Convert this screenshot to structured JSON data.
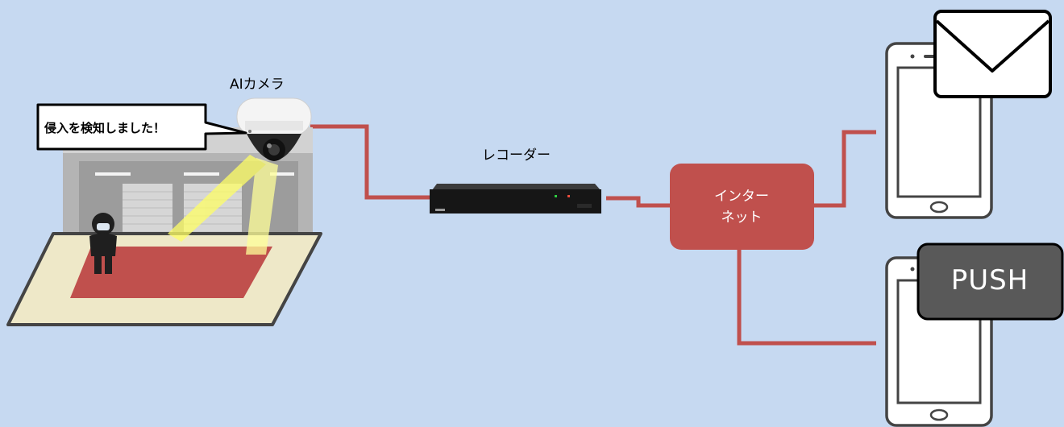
{
  "camera": {
    "label": "AIカメラ"
  },
  "alert": {
    "message": "侵入を検知しました！"
  },
  "recorder": {
    "label": "レコーダー"
  },
  "internet": {
    "line1": "インター",
    "line2": "ネット"
  },
  "notifications": {
    "push_label": "PUSH",
    "email_icon": "envelope-icon"
  },
  "colors": {
    "background": "#c6d9f1",
    "connector": "#c0504d",
    "internet_box": "#c0504d",
    "detection_zone": "#c0504d",
    "floor": "#eee8c8",
    "push_badge": "#595959"
  }
}
